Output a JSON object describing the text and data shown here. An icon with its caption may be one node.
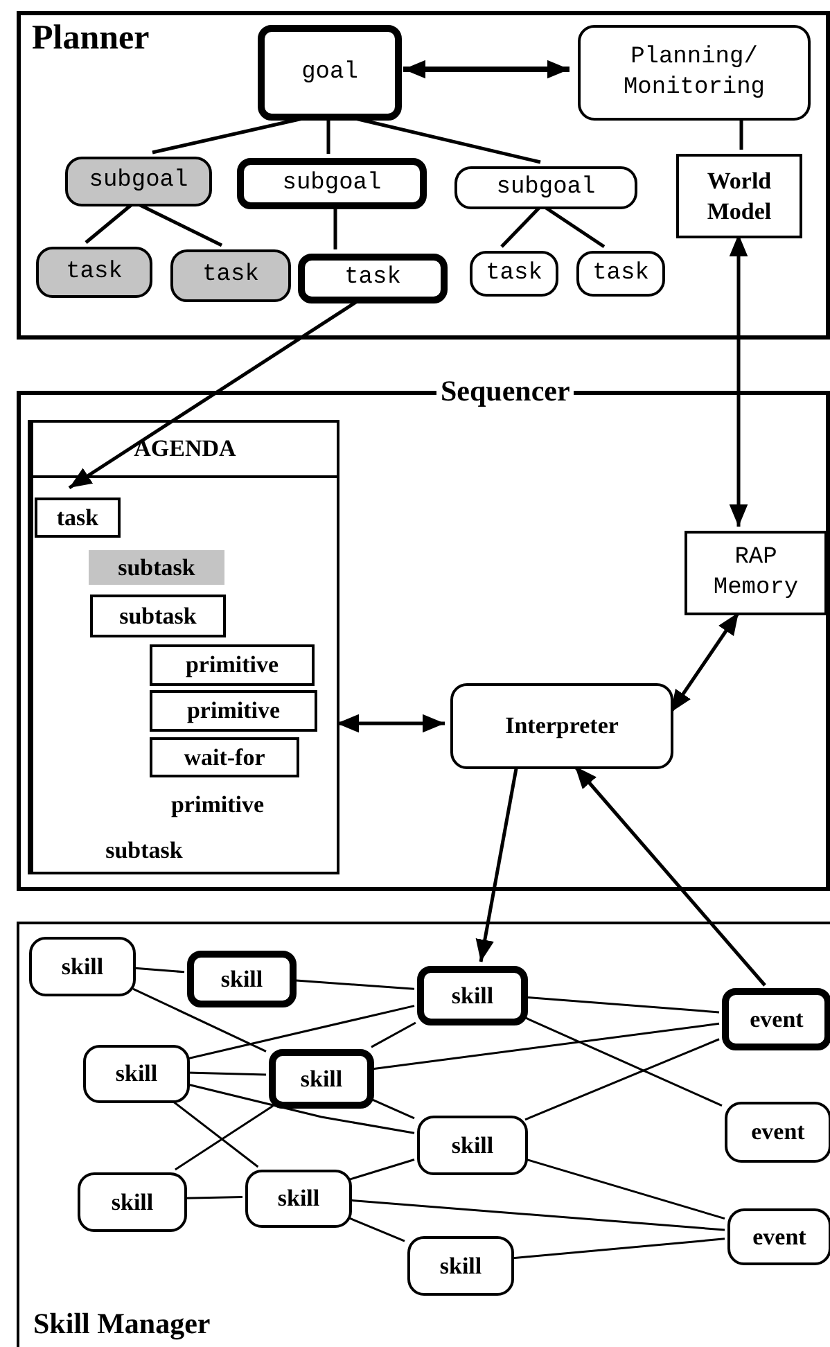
{
  "diagram": {
    "nodes": [
      {
        "text": [
          "Planner"
        ]
      },
      {
        "text": [
          "goal"
        ],
        "in": 0
      },
      {
        "text": [
          "Planning/ Monitoring"
        ],
        "in": 0
      },
      {
        "text": [
          "subgoal"
        ],
        "in": 0
      },
      {
        "text": [
          "subgoal"
        ],
        "in": 0
      },
      {
        "text": [
          "subgoal"
        ],
        "in": 0
      },
      {
        "text": [
          "task"
        ],
        "in": 0
      },
      {
        "text": [
          "task"
        ],
        "in": 0
      },
      {
        "text": [
          "task"
        ],
        "in": 0
      },
      {
        "text": [
          "task"
        ],
        "in": 0
      },
      {
        "text": [
          "task"
        ],
        "in": 0
      },
      {
        "text": [
          "World Model"
        ],
        "in": 0
      },
      {
        "text": [
          "Sequencer"
        ]
      },
      {
        "text": [
          "AGENDA"
        ],
        "in": 12
      },
      {
        "text": [
          "task"
        ],
        "in": 13
      },
      {
        "text": [
          "subtask"
        ],
        "in": 13
      },
      {
        "text": [
          "subtask"
        ],
        "in": 13
      },
      {
        "text": [
          "primitive"
        ],
        "in": 13
      },
      {
        "text": [
          "primitive"
        ],
        "in": 13
      },
      {
        "text": [
          "wait-for"
        ],
        "in": 13
      },
      {
        "text": [
          "primitive"
        ],
        "in": 13
      },
      {
        "text": [
          "subtask"
        ],
        "in": 13
      },
      {
        "text": [
          "RAP Memory"
        ],
        "in": 12
      },
      {
        "text": [
          "Interpreter"
        ],
        "in": 12
      },
      {
        "text": [
          "Skill Manager"
        ]
      },
      {
        "text": [
          "skill"
        ],
        "in": 24
      },
      {
        "text": [
          "skill"
        ],
        "in": 24
      },
      {
        "text": [
          "skill"
        ],
        "in": 24
      },
      {
        "text": [
          "event"
        ],
        "in": 24
      },
      {
        "text": [
          "skill"
        ],
        "in": 24
      },
      {
        "text": [
          "skill"
        ],
        "in": 24
      },
      {
        "text": [
          "event"
        ],
        "in": 24
      },
      {
        "text": [
          "skill"
        ],
        "in": 24
      },
      {
        "text": [
          "skill"
        ],
        "in": 24
      },
      {
        "text": [
          "skill"
        ],
        "in": 24
      },
      {
        "text": [
          "event"
        ],
        "in": 24
      },
      {
        "text": [
          "skill"
        ],
        "in": 24
      }
    ],
    "edges": [
      {
        "from": 1,
        "to": 2,
        "arrow": "both",
        "style": "thick"
      },
      {
        "from": 1,
        "to": 3,
        "arrow": "none"
      },
      {
        "from": 1,
        "to": 4,
        "arrow": "none"
      },
      {
        "from": 1,
        "to": 5,
        "arrow": "none"
      },
      {
        "from": 3,
        "to": 6,
        "arrow": "none"
      },
      {
        "from": 3,
        "to": 7,
        "arrow": "none"
      },
      {
        "from": 4,
        "to": 8,
        "arrow": "none"
      },
      {
        "from": 5,
        "to": 9,
        "arrow": "none"
      },
      {
        "from": 5,
        "to": 10,
        "arrow": "none"
      },
      {
        "from": 2,
        "to": 11,
        "arrow": "none"
      },
      {
        "from": 11,
        "to": 22,
        "arrow": "both"
      },
      {
        "from": 8,
        "to": 14,
        "arrow": "to"
      },
      {
        "from": 13,
        "to": 23,
        "arrow": "both"
      },
      {
        "from": 23,
        "to": 22,
        "arrow": "both"
      },
      {
        "from": 23,
        "to": 27,
        "arrow": "to"
      },
      {
        "from": 28,
        "to": 23,
        "arrow": "to"
      },
      {
        "from": 25,
        "to": 26,
        "arrow": "none"
      },
      {
        "from": 25,
        "to": 30,
        "arrow": "none"
      },
      {
        "from": 26,
        "to": 27,
        "arrow": "none"
      },
      {
        "from": 27,
        "to": 28,
        "arrow": "none"
      },
      {
        "from": 27,
        "to": 31,
        "arrow": "none"
      },
      {
        "from": 29,
        "to": 27,
        "arrow": "none"
      },
      {
        "from": 29,
        "to": 30,
        "arrow": "none"
      },
      {
        "from": 29,
        "to": 32,
        "arrow": "none"
      },
      {
        "from": 29,
        "to": 34,
        "arrow": "none"
      },
      {
        "from": 33,
        "to": 30,
        "arrow": "none"
      },
      {
        "from": 33,
        "to": 34,
        "arrow": "none"
      },
      {
        "from": 30,
        "to": 27,
        "arrow": "none"
      },
      {
        "from": 30,
        "to": 28,
        "arrow": "none"
      },
      {
        "from": 30,
        "to": 32,
        "arrow": "none"
      },
      {
        "from": 32,
        "to": 28,
        "arrow": "none"
      },
      {
        "from": 32,
        "to": 35,
        "arrow": "none"
      },
      {
        "from": 34,
        "to": 32,
        "arrow": "none"
      },
      {
        "from": 34,
        "to": 35,
        "arrow": "none"
      },
      {
        "from": 34,
        "to": 36,
        "arrow": "none"
      },
      {
        "from": 36,
        "to": 35,
        "arrow": "none"
      }
    ]
  }
}
